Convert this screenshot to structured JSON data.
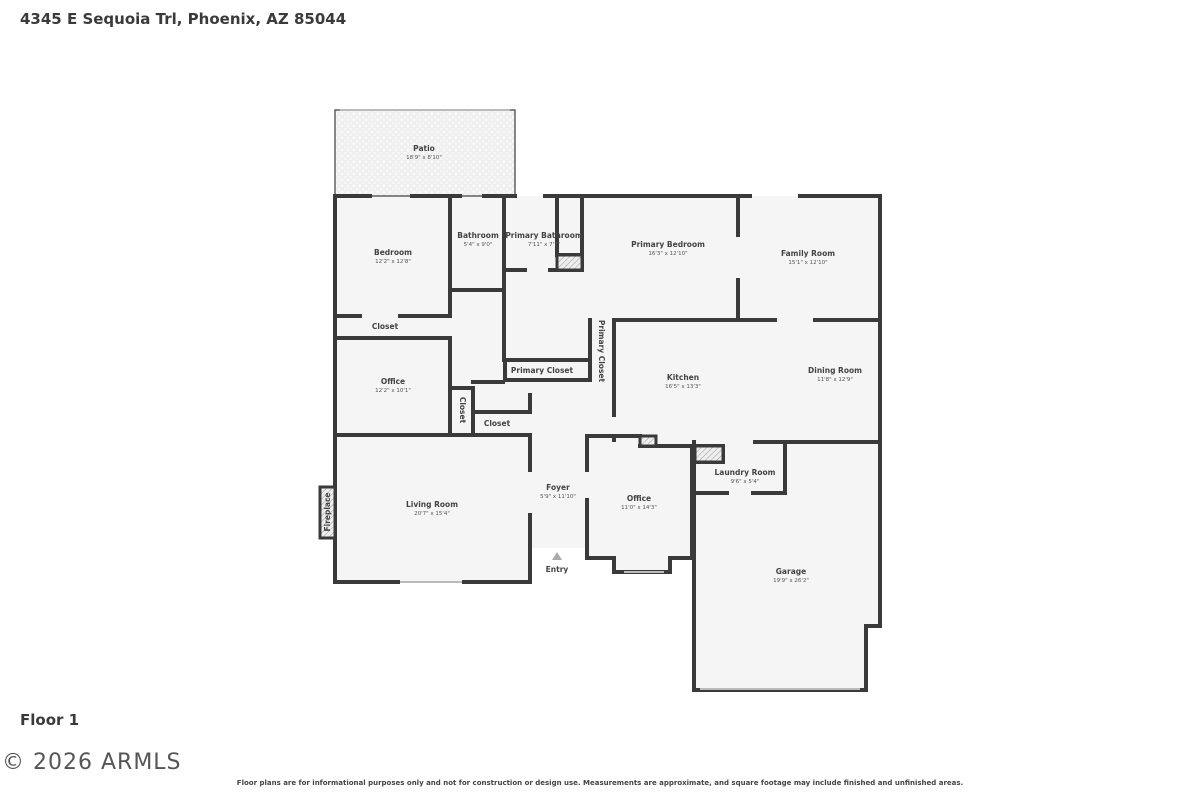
{
  "header": {
    "address": "4345 E Sequoia Trl, Phoenix, AZ 85044"
  },
  "floor_label": "Floor 1",
  "copyright": "2026 ARMLS",
  "disclaimer": "Floor plans are for informational purposes only and not for construction or design use. Measurements are approximate, and square footage may include finished and unfinished areas.",
  "colors": {
    "wall": "#3a3a3a",
    "floor": "#f5f5f5"
  },
  "rooms": [
    {
      "name": "Patio",
      "dims": "18'9\" x 8'10\""
    },
    {
      "name": "Bedroom",
      "dims": "12'2\" x 12'8\""
    },
    {
      "name": "Bathroom",
      "dims": "5'4\" x 9'0\""
    },
    {
      "name": "Primary Bathroom",
      "dims": "7'11\" x 7'7\""
    },
    {
      "name": "Primary Bedroom",
      "dims": "16'3\" x 12'10\""
    },
    {
      "name": "Family Room",
      "dims": "15'1\" x 12'10\""
    },
    {
      "name": "Closet"
    },
    {
      "name": "Office",
      "dims": "12'2\" x 10'1\""
    },
    {
      "name": "Primary Closet"
    },
    {
      "name": "Primary Closet"
    },
    {
      "name": "Kitchen",
      "dims": "16'5\" x 13'3\""
    },
    {
      "name": "Dining Room",
      "dims": "11'8\" x 12'9\""
    },
    {
      "name": "Closet"
    },
    {
      "name": "Closet"
    },
    {
      "name": "Foyer",
      "dims": "5'9\" x 11'10\""
    },
    {
      "name": "Office",
      "dims": "11'0\" x 14'3\""
    },
    {
      "name": "Laundry Room",
      "dims": "9'6\" x 5'4\""
    },
    {
      "name": "Living Room",
      "dims": "20'7\" x 15'4\""
    },
    {
      "name": "Fireplace"
    },
    {
      "name": "Garage",
      "dims": "19'9\" x 26'2\""
    }
  ],
  "entry_label": "Entry"
}
